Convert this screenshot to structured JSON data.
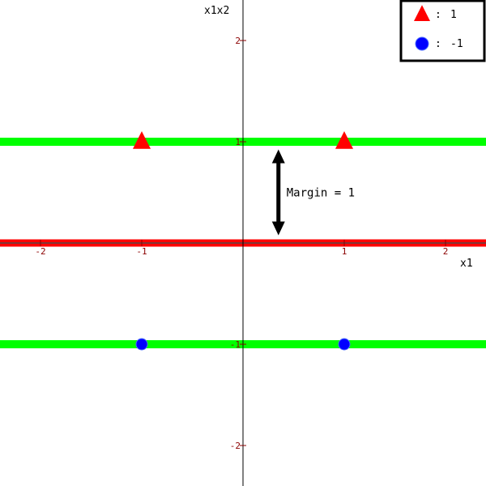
{
  "chart_data": {
    "type": "scatter",
    "xlabel": "x1",
    "ylabel": "x1x2",
    "xlim": [
      -2.4,
      2.4
    ],
    "ylim": [
      -2.4,
      2.4
    ],
    "x_ticks": [
      {
        "value": -2,
        "label": "-2"
      },
      {
        "value": -1,
        "label": "-1"
      },
      {
        "value": 1,
        "label": "1"
      },
      {
        "value": 2,
        "label": "2"
      }
    ],
    "y_ticks": [
      {
        "value": 2,
        "label": "2"
      },
      {
        "value": 1,
        "label": "1"
      },
      {
        "value": -1,
        "label": "-1"
      },
      {
        "value": -2,
        "label": "-2"
      }
    ],
    "series": [
      {
        "name": "1",
        "marker": "triangle",
        "color": "#ff0000",
        "points": [
          [
            -1,
            1
          ],
          [
            1,
            1
          ]
        ]
      },
      {
        "name": "-1",
        "marker": "circle",
        "color": "#0000ff",
        "points": [
          [
            -1,
            -1
          ],
          [
            1,
            -1
          ]
        ]
      }
    ],
    "lines": [
      {
        "kind": "margin-boundary",
        "y": 1,
        "color": "#00ff00"
      },
      {
        "kind": "decision-boundary",
        "y": 0,
        "color": "#ff0000"
      },
      {
        "kind": "margin-boundary",
        "y": -1,
        "color": "#00ff00"
      }
    ],
    "annotation": {
      "text": "Margin = 1",
      "x": 0.35,
      "y_from": 0.1,
      "y_to": 0.9
    },
    "legend": {
      "position": "top-right",
      "entries": [
        {
          "marker": "triangle",
          "color": "#ff0000",
          "sep": ":",
          "label": "1"
        },
        {
          "marker": "circle",
          "color": "#0000ff",
          "sep": ":",
          "label": "-1"
        }
      ]
    },
    "grid": false
  }
}
